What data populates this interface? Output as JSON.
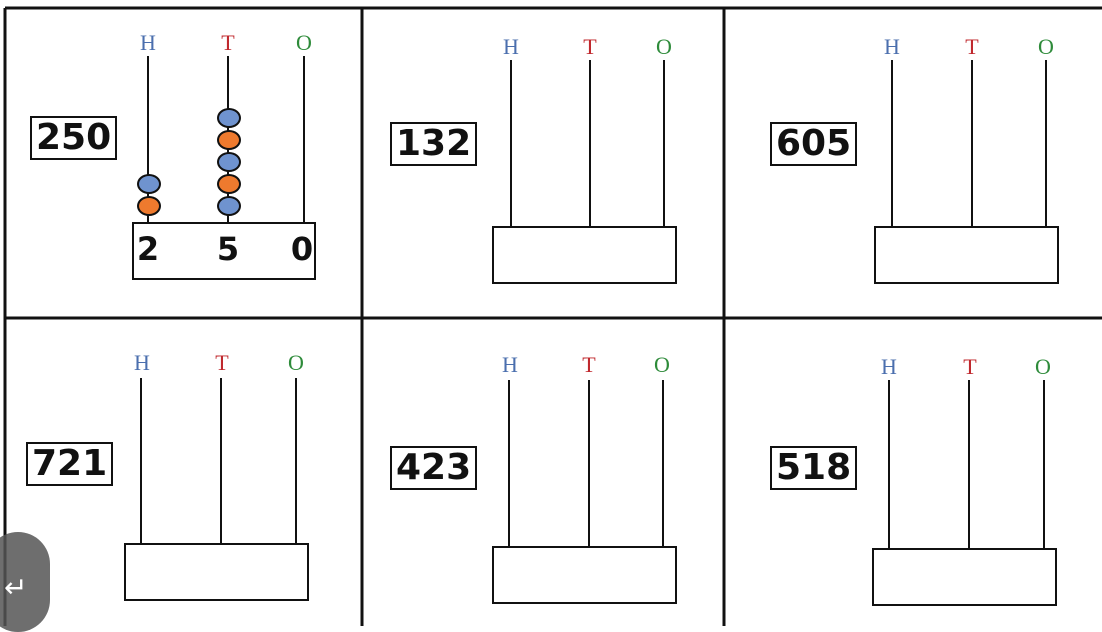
{
  "place_labels": {
    "h": "H",
    "t": "T",
    "o": "O"
  },
  "colors": {
    "h": "#4b6fae",
    "t": "#c0282d",
    "o": "#2e8b3a",
    "bead_blue": "#6f93cf",
    "bead_orange": "#ee7a2e"
  },
  "cells": [
    {
      "number": "250",
      "digits": [
        "2",
        "5",
        "0"
      ],
      "beads": {
        "h": [
          "blue",
          "orange"
        ],
        "t": [
          "blue",
          "orange",
          "blue",
          "orange",
          "blue"
        ]
      }
    },
    {
      "number": "132",
      "digits": [],
      "beads": null
    },
    {
      "number": "605",
      "digits": [],
      "beads": null
    },
    {
      "number": "721",
      "digits": [],
      "beads": null
    },
    {
      "number": "423",
      "digits": [],
      "beads": null
    },
    {
      "number": "518",
      "digits": [],
      "beads": null
    }
  ],
  "overlay": {
    "icon": "share-icon"
  }
}
